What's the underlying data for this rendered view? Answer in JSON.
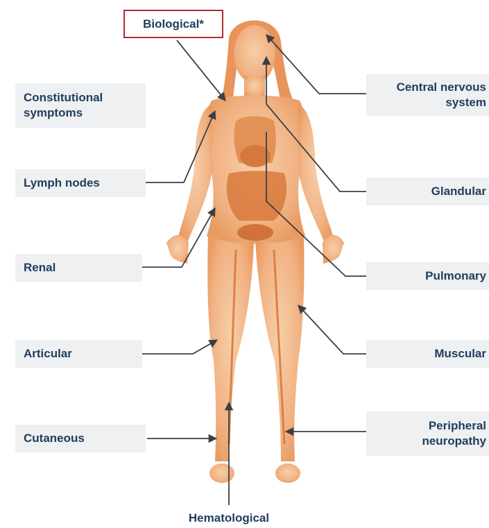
{
  "labels": {
    "biological": "Biological*",
    "constitutional": "Constitutional\nsymptoms",
    "lymph_nodes": "Lymph nodes",
    "renal": "Renal",
    "articular": "Articular",
    "cutaneous": "Cutaneous",
    "hematological": "Hematological",
    "central_nervous": "Central nervous\nsystem",
    "glandular": "Glandular",
    "pulmonary": "Pulmonary",
    "muscular": "Muscular",
    "peripheral": "Peripheral\nneuropathy"
  },
  "colors": {
    "highlight_border": "#b12a31",
    "label_text": "#213d5e",
    "label_background": "#eef0f1",
    "body": "#f0b07c",
    "organ": "#d9763a",
    "connector": "#3b3f45"
  }
}
